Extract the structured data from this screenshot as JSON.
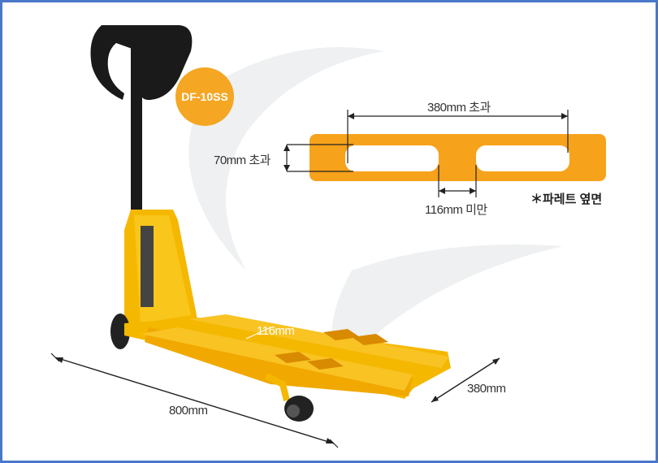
{
  "product": {
    "model_tag": "DF-10SS"
  },
  "dimensions": {
    "length": "800mm",
    "width": "380mm",
    "fork_width": "116mm"
  },
  "pallet_diagram": {
    "gap_label": "380mm 초과",
    "height_label": "70mm 초과",
    "width_label": "116mm 미만",
    "caption": "＊파레트 옆면"
  },
  "colors": {
    "border": "#4a78c8",
    "body_yellow": "#f5b800",
    "pallet_orange": "#f7a21b",
    "handle_black": "#1a1a1a",
    "tag_orange": "#f5a623"
  }
}
